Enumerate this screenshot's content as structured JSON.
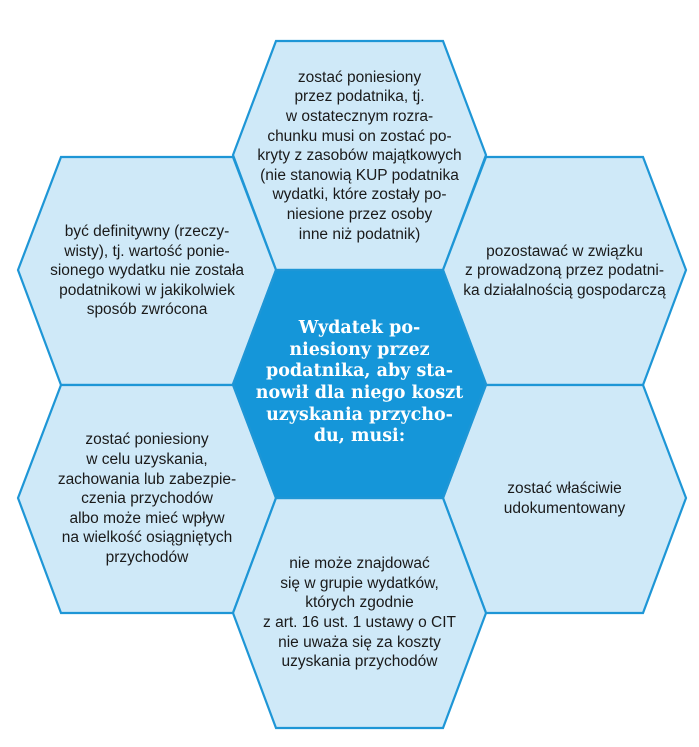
{
  "colors": {
    "cell_fill": "#cfe9f8",
    "cell_border": "#1e96d6",
    "center_fill": "#1596d9",
    "center_text": "#ffffff",
    "cell_text": "#1a1a1a"
  },
  "center": {
    "lines": [
      "Wydatek po-",
      "niesiony przez",
      "podatnika, aby sta-",
      "nowił dla niego koszt",
      "uzyskania przycho-",
      "du, musi:"
    ]
  },
  "cells": {
    "top": {
      "lines": [
        "zostać poniesiony",
        "przez podatnika, tj.",
        "w ostatecznym rozra-",
        "chunku musi on zostać po-",
        "kryty z zasobów majątkowych",
        "(nie stanowią KUP podatnika",
        "wydatki, które zostały po-",
        "niesione przez osoby",
        "inne niż podatnik)"
      ]
    },
    "upper_left": {
      "lines": [
        "być definitywny (rzeczy-",
        "wisty), tj. wartość ponie-",
        "sionego wydatku nie została",
        "podatnikowi w jakikolwiek",
        "sposób zwrócona"
      ]
    },
    "upper_right": {
      "lines": [
        "pozostawać w związku",
        "z prowadzoną przez podatni-",
        "ka działalnością gospodarczą"
      ]
    },
    "lower_left": {
      "lines": [
        "zostać poniesiony",
        "w celu uzyskania,",
        "zachowania lub zabezpie-",
        "czenia przychodów",
        "albo może mieć wpływ",
        "na wielkość osiągniętych",
        "przychodów"
      ]
    },
    "lower_right": {
      "lines": [
        "zostać właściwie",
        "udokumentowany"
      ]
    },
    "bottom": {
      "lines": [
        "nie może znajdować",
        "się w grupie wydatków,",
        "których zgodnie",
        "z art. 16 ust. 1 ustawy o CIT",
        "nie uważa się za koszty",
        "uzyskania przychodów"
      ]
    }
  }
}
